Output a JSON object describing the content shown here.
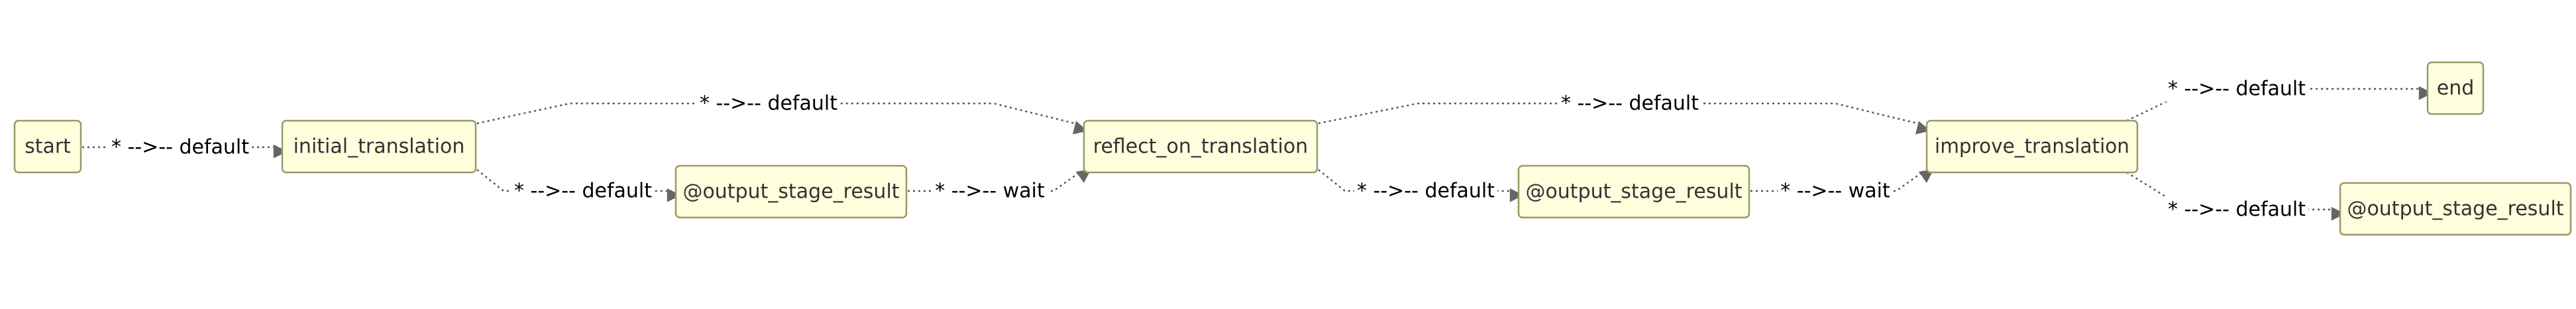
{
  "nodes": [
    {
      "id": "start",
      "label": "start"
    },
    {
      "id": "initial_translation",
      "label": "initial_translation"
    },
    {
      "id": "output1",
      "label": "@output_stage_result"
    },
    {
      "id": "reflect_on_translation",
      "label": "reflect_on_translation"
    },
    {
      "id": "output2",
      "label": "@output_stage_result"
    },
    {
      "id": "improve_translation",
      "label": "improve_translation"
    },
    {
      "id": "end",
      "label": "end"
    },
    {
      "id": "output3",
      "label": "@output_stage_result"
    }
  ],
  "edges": [
    {
      "id": "e1",
      "from": "start",
      "to": "initial_translation",
      "label": "* -->-- default"
    },
    {
      "id": "e2",
      "from": "initial_translation",
      "to": "reflect_on_translation",
      "label": "* -->-- default"
    },
    {
      "id": "e3",
      "from": "initial_translation",
      "to": "output1",
      "label": "* -->-- default"
    },
    {
      "id": "e4",
      "from": "output1",
      "to": "reflect_on_translation",
      "label": "* -->-- wait"
    },
    {
      "id": "e5",
      "from": "reflect_on_translation",
      "to": "improve_translation",
      "label": "* -->-- default"
    },
    {
      "id": "e6",
      "from": "reflect_on_translation",
      "to": "output2",
      "label": "* -->-- default"
    },
    {
      "id": "e7",
      "from": "output2",
      "to": "improve_translation",
      "label": "* -->-- wait"
    },
    {
      "id": "e8",
      "from": "improve_translation",
      "to": "end",
      "label": "* -->-- default"
    },
    {
      "id": "e9",
      "from": "improve_translation",
      "to": "output3",
      "label": "* -->-- default"
    }
  ]
}
